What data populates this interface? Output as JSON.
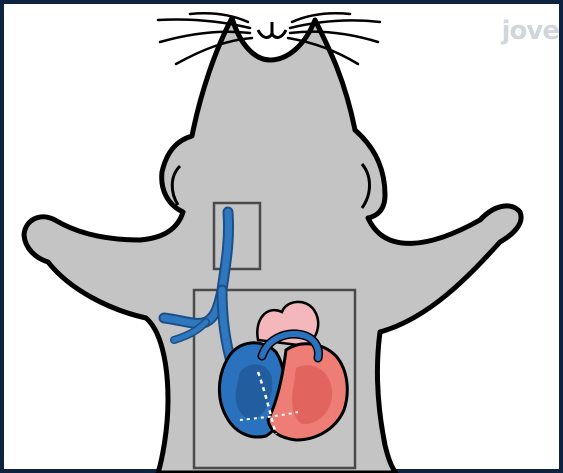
{
  "watermark": {
    "text": "jove"
  },
  "colors": {
    "frame": "#0d2340",
    "body_fill": "#c4c4c4",
    "outline": "#000000",
    "incision_box": "#4a4a4a",
    "vein": "#2f78c0",
    "vein_dark": "#1c4f86",
    "ventricle_right": "#2a72bd",
    "ventricle_left": "#ee7d76",
    "aorta_pink": "#f3b7bc",
    "septum_dash": "#ffffff"
  },
  "icons": [
    "mouse-silhouette",
    "heart-diagram",
    "jugular-vein"
  ]
}
